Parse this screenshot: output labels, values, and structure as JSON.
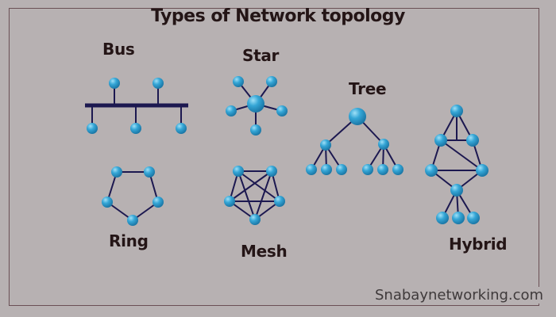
{
  "title": "Types of Network topology",
  "footer": "Snabaynetworking.com",
  "colors": {
    "node": "#2f9fd0",
    "node_highlight": "#8fd6f2",
    "link": "#1c1850",
    "text": "#241516",
    "background": "#b7b1b2"
  },
  "topologies": [
    {
      "id": "bus",
      "label": "Bus",
      "nodes": 5
    },
    {
      "id": "star",
      "label": "Star",
      "nodes": 6
    },
    {
      "id": "tree",
      "label": "Tree",
      "nodes": 9
    },
    {
      "id": "ring",
      "label": "Ring",
      "nodes": 5
    },
    {
      "id": "mesh",
      "label": "Mesh",
      "nodes": 5
    },
    {
      "id": "hybrid",
      "label": "Hybrid",
      "nodes": 9
    }
  ]
}
